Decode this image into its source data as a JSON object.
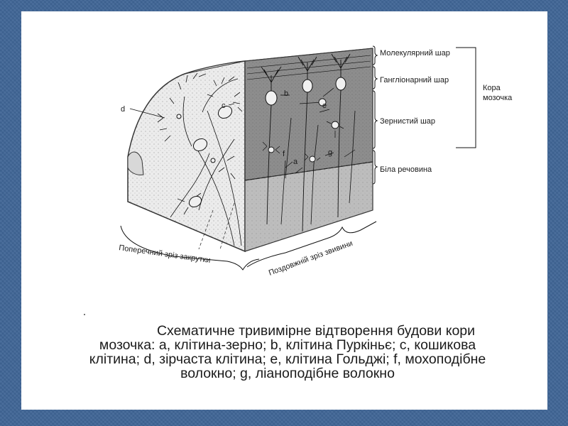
{
  "layers": {
    "molecular": "Молекулярний шар",
    "ganglionic": "Гангліонарний шар",
    "granular": "Зернистий шар",
    "white_matter": "Біла речовина"
  },
  "cortex_label": [
    "Кора",
    "мозочка"
  ],
  "letters": {
    "a": "a",
    "b": "b",
    "c": "c",
    "d": "d",
    "e": "e",
    "f": "f",
    "g": "g"
  },
  "sections": {
    "transverse": "Поперечний зріз закрутки",
    "longitudinal": "Поздовжній зріз звивини"
  },
  "caption": [
    "Схематичне тривимірне відтворення будови кори",
    "мозочка: a, клітина-зерно; b, клітина Пуркіньє; c, кошикова",
    "клітина; d, зірчаста клітина; e, клітина Гольджі; f, мохоподібне",
    "волокно; g, ліаноподібне волокно"
  ],
  "colors": {
    "background": "#3f6596",
    "slide": "#ffffff",
    "front_face": "#ececec",
    "top_face": "#e4e4e4",
    "right_upper": "#8d8d8d",
    "right_lower": "#bdbdbd"
  }
}
